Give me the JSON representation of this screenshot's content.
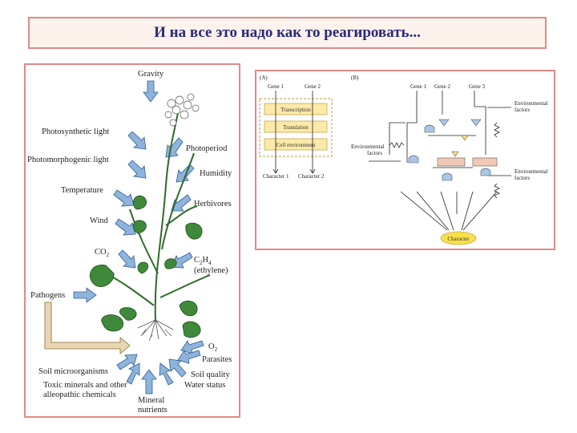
{
  "title": "И на все это надо как то реагировать...",
  "plant": {
    "labels": {
      "gravity": "Gravity",
      "photosynthetic_light": "Photosynthetic light",
      "photomorphogenic_light": "Photomorphogenic light",
      "temperature": "Temperature",
      "wind": "Wind",
      "co2_base": "CO",
      "co2_sub": "2",
      "pathogens": "Pathogens",
      "photoperiod": "Photoperiod",
      "humidity": "Humidity",
      "herbivores": "Herbivores",
      "c2h4_c": "C",
      "c2h4_2": "2",
      "c2h4_h": "H",
      "c2h4_4": "4",
      "ethylene": "(ethylene)",
      "o2_base": "O",
      "o2_sub": "2",
      "parasites": "Parasites",
      "soil_microorganisms": "Soil microorganisms",
      "toxic_line1": "Toxic minerals and other",
      "toxic_line2": "alleopathic chemicals",
      "soil_quality": "Soil quality",
      "water_status": "Water status",
      "mineral_line1": "Mineral",
      "mineral_line2": "nutrients"
    },
    "colors": {
      "arrow_fill": "#8fb4dc",
      "arrow_stroke": "#2f5d94",
      "leaf": "#3f8a3a",
      "leaf_dark": "#1f4d1c",
      "bracket": "#e9d6b0"
    }
  },
  "genes": {
    "panel_a": {
      "label": "(A)",
      "gene1": "Gene 1",
      "gene2": "Gene 2",
      "steps": [
        "Transcription",
        "Translation",
        "Cell environment"
      ],
      "char1": "Character 1",
      "char2": "Character 2"
    },
    "panel_b": {
      "label": "(B)",
      "gene1": "Gene 1",
      "gene2": "Gene 2",
      "gene3": "Gene 3",
      "env_right_top_1": "Environmental",
      "env_right_top_2": "factors",
      "env_left_1": "Environmental",
      "env_left_2": "factors",
      "env_right_bottom_1": "Environmental",
      "env_right_bottom_2": "factors",
      "character": "Character"
    },
    "colors": {
      "box_fill": "#fde9a8",
      "box_border": "#c9a84a",
      "dash": "#b89a3a",
      "character": "#f7e04a",
      "node_blue": "#a9c7e6",
      "node_pink": "#f2c9b6",
      "node_yellow": "#f5e27a"
    }
  }
}
